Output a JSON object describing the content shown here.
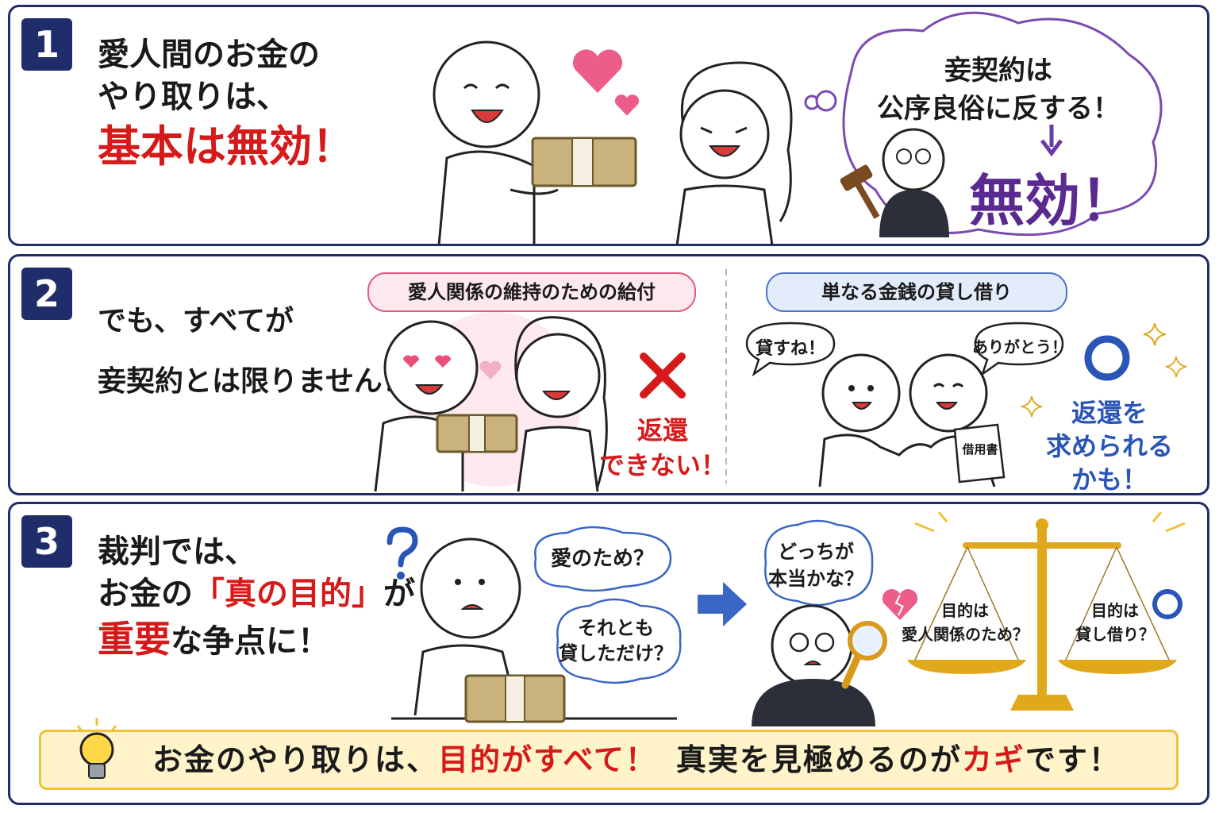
{
  "panel1": {
    "number": "1",
    "line1": "愛人間のお金の",
    "line2": "やり取りは、",
    "line3": "基本は無効！",
    "bubble_line1": "妾契約は",
    "bubble_line2": "公序良俗に反する！",
    "result": "無効！"
  },
  "panel2": {
    "number": "2",
    "line1": "でも、すべてが",
    "line2": "妾契約とは限りません！",
    "left_label": "愛人関係の維持のための給付",
    "left_result_line1": "返還",
    "left_result_line2": "できない！",
    "right_label": "単なる金銭の貸し借り",
    "speech_lender": "貸すね！",
    "speech_borrower": "ありがとう！",
    "document": "借用書",
    "right_result_line1": "返還を",
    "right_result_line2": "求められる",
    "right_result_line3": "かも！"
  },
  "panel3": {
    "number": "3",
    "line1": "裁判では、",
    "line2_a": "お金の",
    "line2_b": "「真の目的」",
    "line2_c": "が",
    "line3_a": "重要",
    "line3_b": "な争点に！",
    "thought1": "愛のため？",
    "thought2_line1": "それとも",
    "thought2_line2": "貸しただけ？",
    "judge_thought_line1": "どっちが",
    "judge_thought_line2": "本当かな？",
    "scale_left_line1": "目的は",
    "scale_left_line2": "愛人関係のため？",
    "scale_right_line1": "目的は",
    "scale_right_line2": "貸し借り？"
  },
  "footer": {
    "part1": "お金のやり取りは、",
    "part2": "目的がすべて！",
    "part3": "真実を見極めるのが",
    "part4": "カギ",
    "part5": "です！"
  },
  "colors": {
    "navy": "#1f2d6b",
    "red": "#d61a1a",
    "purple": "#5b2a91",
    "blue": "#2a55b8",
    "pink": "#e8507a",
    "gold": "#e0a91c"
  }
}
